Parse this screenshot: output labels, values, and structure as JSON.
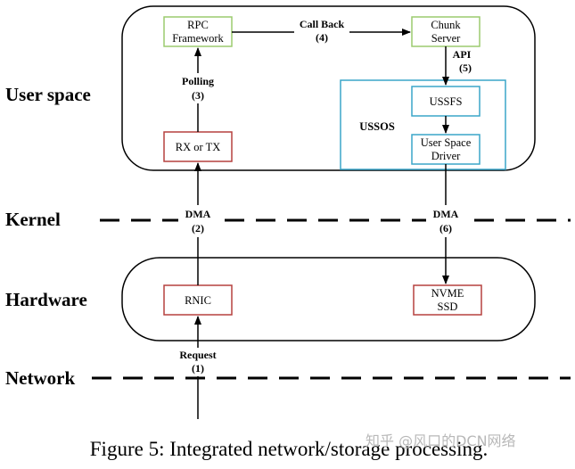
{
  "layers": {
    "user_space": "User space",
    "kernel": "Kernel",
    "hardware": "Hardware",
    "network": "Network"
  },
  "boxes": {
    "rpc_framework": [
      "RPC",
      "Framework"
    ],
    "chunk_server": [
      "Chunk",
      "Server"
    ],
    "rx_or_tx": "RX or TX",
    "ussos": "USSOS",
    "ussfs": "USSFS",
    "user_space_driver": [
      "User Space",
      "Driver"
    ],
    "rnic": "RNIC",
    "nvme_ssd": [
      "NVME",
      "SSD"
    ]
  },
  "arrows": {
    "call_back": [
      "Call Back",
      "(4)"
    ],
    "api": [
      "API",
      "(5)"
    ],
    "polling": [
      "Polling",
      "(3)"
    ],
    "dma_left": [
      "DMA",
      "(2)"
    ],
    "dma_right": [
      "DMA",
      "(6)"
    ],
    "request": [
      "Request",
      "(1)"
    ]
  },
  "caption": "Figure 5: Integrated network/storage processing.",
  "watermark": "知乎 @风口的DCN网络",
  "colors": {
    "green_box": "#9ccb6f",
    "red_box": "#b5413f",
    "blue_box": "#3aa6c9"
  }
}
